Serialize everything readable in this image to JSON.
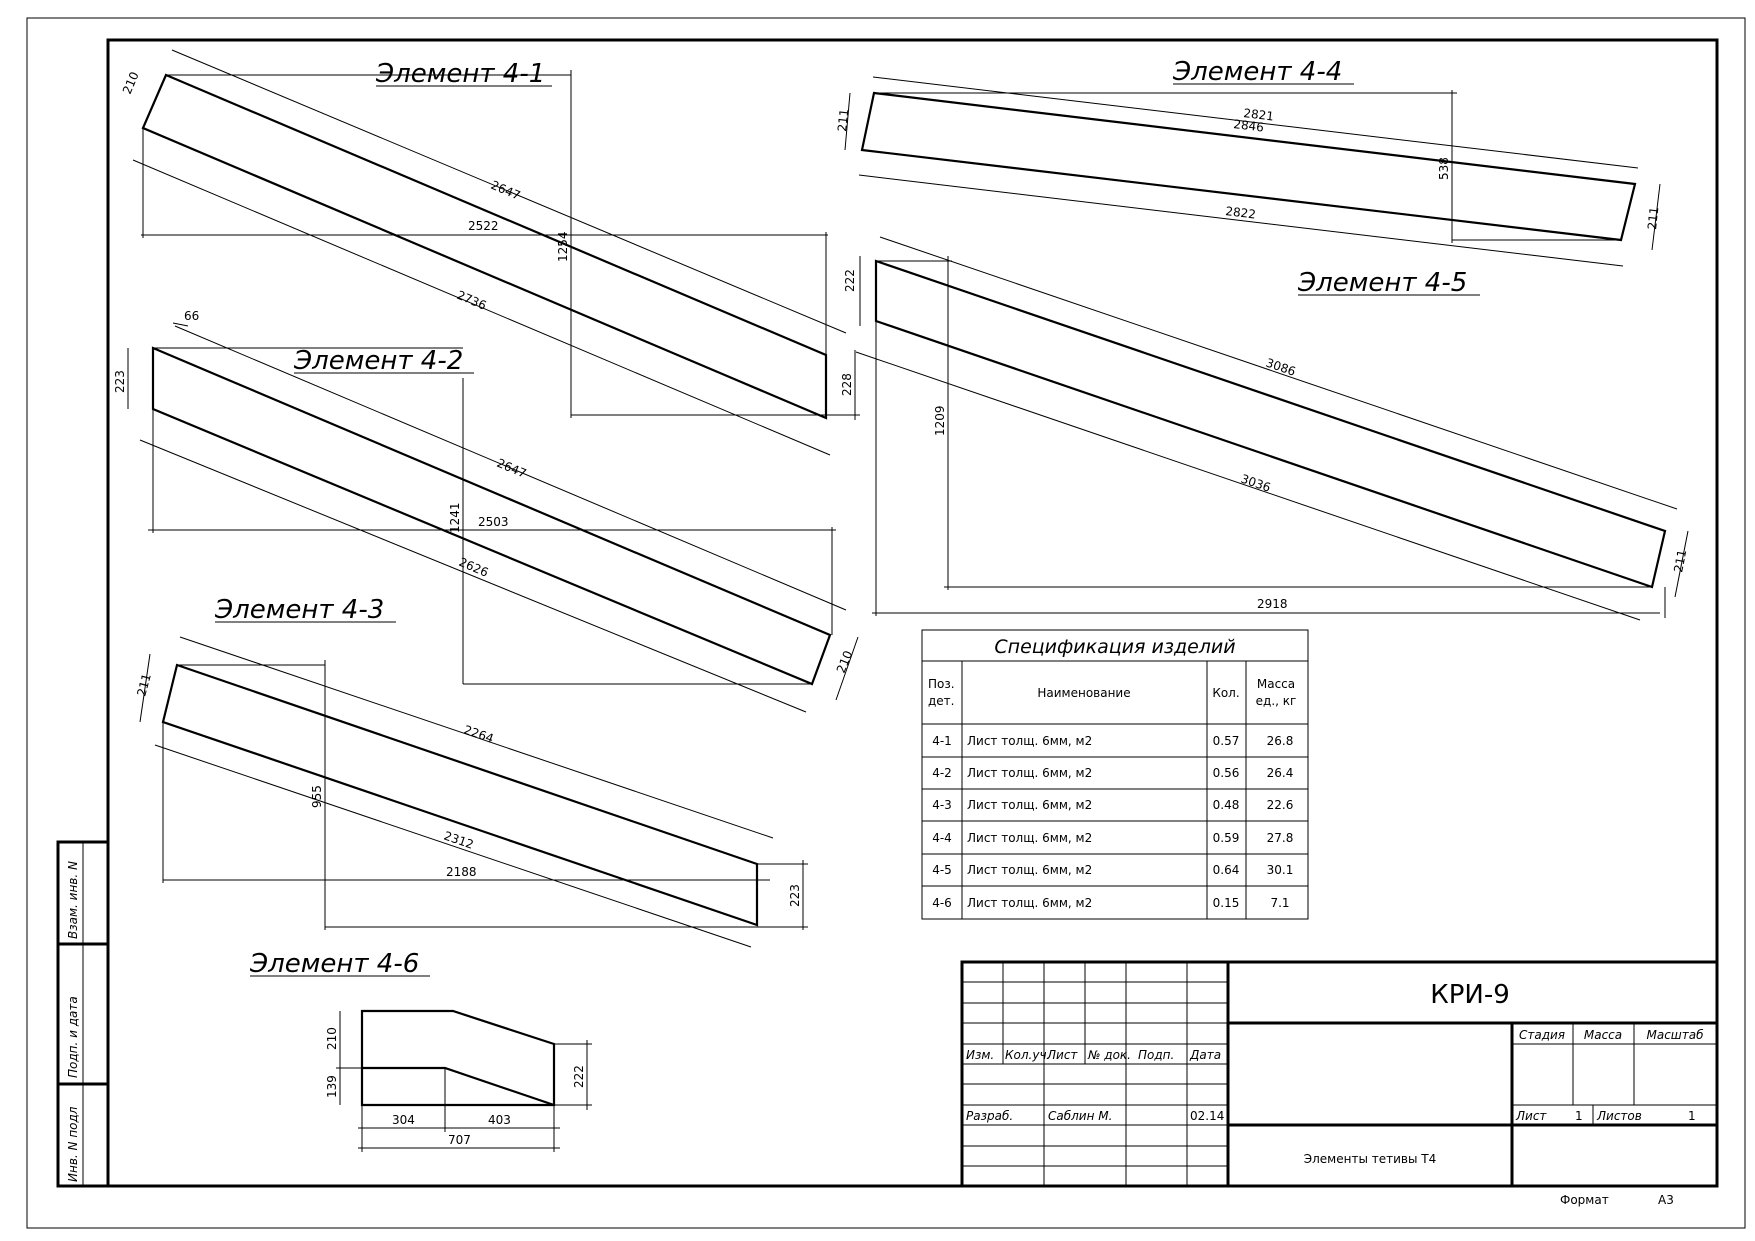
{
  "elements": {
    "e41": {
      "title": "Элемент 4-1",
      "dims": [
        "210",
        "2647",
        "2522",
        "1254",
        "2736",
        "228"
      ]
    },
    "e42": {
      "title": "Элемент 4-2",
      "dims": [
        "66",
        "223",
        "2647",
        "1241",
        "2503",
        "2626",
        "210"
      ]
    },
    "e43": {
      "title": "Элемент 4-3",
      "dims": [
        "211",
        "2264",
        "955",
        "2312",
        "2188",
        "223"
      ]
    },
    "e44": {
      "title": "Элемент 4-4",
      "dims": [
        "211",
        "2821",
        "2846",
        "538",
        "2822",
        "211"
      ]
    },
    "e45": {
      "title": "Элемент 4-5",
      "dims": [
        "222",
        "3086",
        "1209",
        "3036",
        "2918",
        "211"
      ]
    },
    "e46": {
      "title": "Элемент 4-6",
      "dims": [
        "210",
        "139",
        "222",
        "304",
        "403",
        "707"
      ]
    }
  },
  "specification": {
    "title": "Спецификация изделий",
    "headers": {
      "pos": [
        "Поз.",
        "дет."
      ],
      "name": "Наименование",
      "qty": "Кол.",
      "mass": [
        "Масса",
        "ед., кг"
      ]
    },
    "rows": [
      {
        "pos": "4-1",
        "name": "Лист толщ. 6мм, м2",
        "qty": "0.57",
        "mass": "26.8"
      },
      {
        "pos": "4-2",
        "name": "Лист толщ. 6мм, м2",
        "qty": "0.56",
        "mass": "26.4"
      },
      {
        "pos": "4-3",
        "name": "Лист толщ. 6мм, м2",
        "qty": "0.48",
        "mass": "22.6"
      },
      {
        "pos": "4-4",
        "name": "Лист толщ. 6мм, м2",
        "qty": "0.59",
        "mass": "27.8"
      },
      {
        "pos": "4-5",
        "name": "Лист толщ. 6мм, м2",
        "qty": "0.64",
        "mass": "30.1"
      },
      {
        "pos": "4-6",
        "name": "Лист толщ. 6мм, м2",
        "qty": "0.15",
        "mass": "7.1"
      }
    ]
  },
  "stamp": {
    "code": "КРИ-9",
    "columns": [
      "Изм.",
      "Кол.уч.",
      "Лист",
      "№ док.",
      "Подп.",
      "Дата"
    ],
    "developer_role": "Разраб.",
    "developer_name": "Саблин М.",
    "date": "02.14",
    "doc_title": "Элементы тетивы Т4",
    "stage_label": "Стадия",
    "mass_label": "Масса",
    "scale_label": "Масштаб",
    "sheet_label": "Лист",
    "sheet_value": "1",
    "sheets_label": "Листов",
    "sheets_value": "1",
    "format_label": "Формат",
    "format_value": "A3"
  },
  "side_stamp": {
    "field1": "Взам. инв. N",
    "field2": "Подп. и дата",
    "field3": "Инв. N подл"
  }
}
